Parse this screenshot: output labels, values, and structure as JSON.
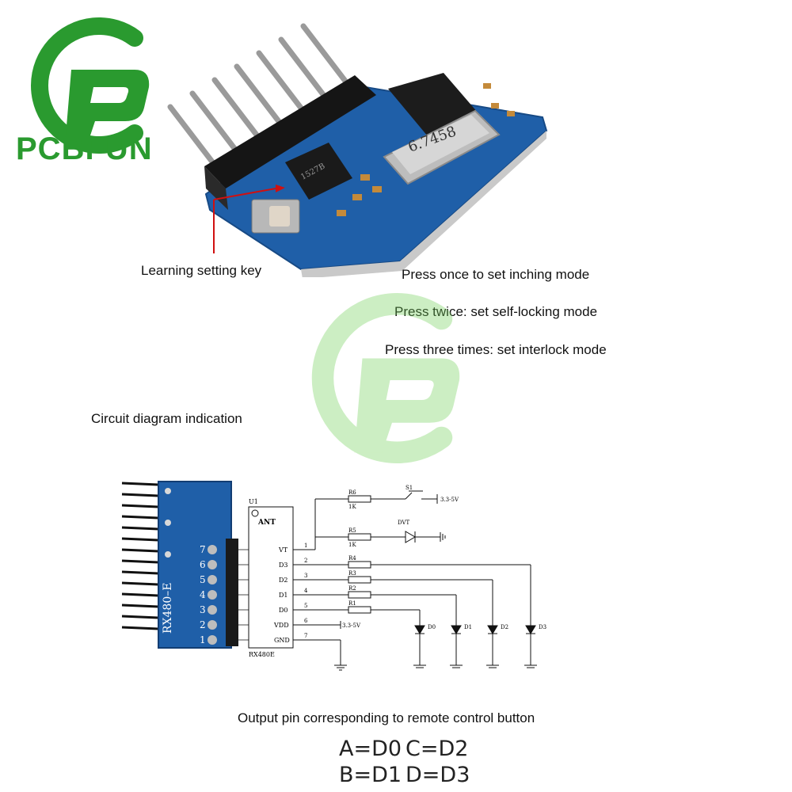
{
  "brand": {
    "name": "PCBFUN"
  },
  "board_top": {
    "crystal_marking": "6.7458",
    "chip_marking": "1527B",
    "callout_label": "Learning setting key"
  },
  "modes": [
    "Press once to set inching mode",
    "Press twice: set self-locking mode",
    "Press three times: set interlock mode"
  ],
  "circuit_heading": "Circuit diagram indication",
  "schematic": {
    "module_label": "RX480–E",
    "module_pin_numbers": [
      "1",
      "2",
      "3",
      "4",
      "5",
      "6",
      "7"
    ],
    "module_pin_numbers_display": [
      "7",
      "6",
      "5",
      "4",
      "3",
      "2",
      "1"
    ],
    "ic_ref": "U1",
    "ic_ant": "ANT",
    "ic_name": "RX480E",
    "ic_pins": [
      "VT",
      "D3",
      "D2",
      "D1",
      "D0",
      "VDD",
      "GND"
    ],
    "resistors": [
      {
        "ref": "R6",
        "value": "1K"
      },
      {
        "ref": "R5",
        "value": "1K"
      },
      {
        "ref": "R4",
        "value": ""
      },
      {
        "ref": "R3",
        "value": ""
      },
      {
        "ref": "R2",
        "value": ""
      },
      {
        "ref": "R1",
        "value": ""
      }
    ],
    "switch_ref": "S1",
    "supply_label": "3.3-5V",
    "vt_led_ref": "DVT",
    "output_leds": [
      "D0",
      "D1",
      "D2",
      "D3"
    ]
  },
  "output_caption": "Output pin corresponding to remote control button",
  "mapping": [
    [
      "A=D0",
      "C=D2"
    ],
    [
      "B=D1",
      "D=D3"
    ]
  ],
  "colors": {
    "brand_green": "#2a9a2f",
    "pcb_blue": "#1f5fa8",
    "callout_red": "#d01010"
  }
}
